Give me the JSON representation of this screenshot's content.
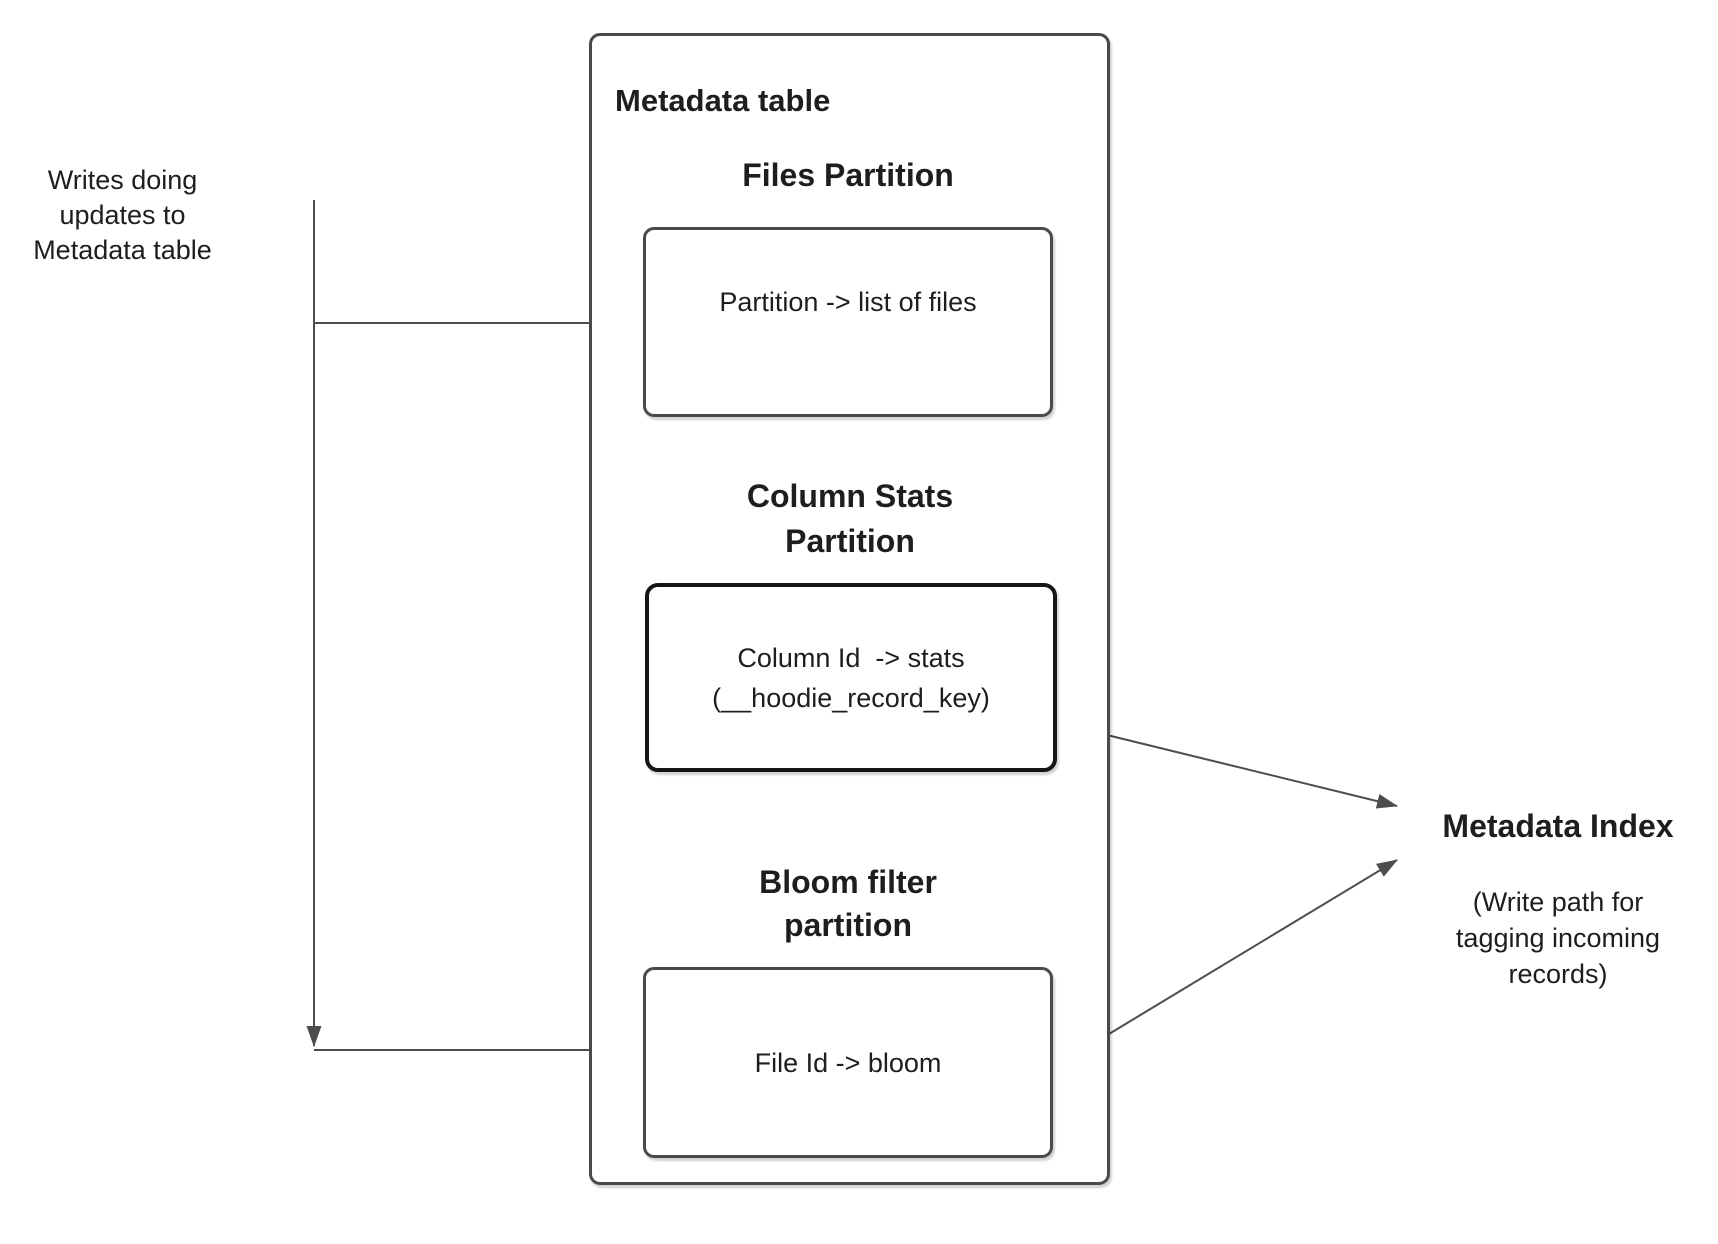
{
  "left_note": {
    "lines": [
      "Writes doing",
      "updates to",
      "Metadata table"
    ]
  },
  "metadata_table": {
    "title": "Metadata table",
    "files_partition": {
      "heading": "Files Partition",
      "body": "Partition -> list of files"
    },
    "column_stats_partition": {
      "heading_lines": [
        "Column Stats",
        "Partition"
      ],
      "body_lines": [
        "Column Id  -> stats",
        "(__hoodie_record_key)"
      ]
    },
    "bloom_filter_partition": {
      "heading_lines": [
        "Bloom filter",
        "partition"
      ],
      "body": "File Id -> bloom"
    }
  },
  "metadata_index": {
    "title": "Metadata Index",
    "note_lines": [
      "(Write path for",
      "tagging incoming",
      "records)"
    ]
  },
  "colors": {
    "background": "#ffffff",
    "text": "#1e1e1e",
    "line": "#4d4d4d",
    "box_border": "#4a4a4a",
    "stats_box_border": "#161616"
  }
}
